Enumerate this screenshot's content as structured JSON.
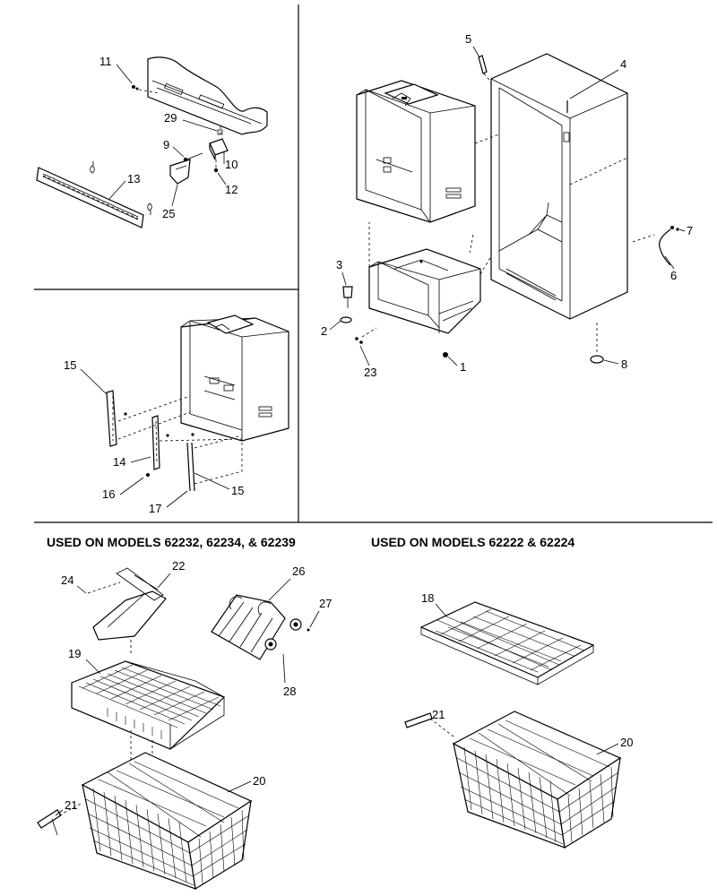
{
  "headers": {
    "left": "USED ON MODELS 62232, 62234, & 62239",
    "right": "USED ON MODELS 62222 & 62224"
  },
  "callouts": {
    "c1": "1",
    "c2": "2",
    "c3": "3",
    "c4": "4",
    "c5": "5",
    "c6": "6",
    "c7": "7",
    "c8": "8",
    "c9": "9",
    "c10": "10",
    "c11": "11",
    "c12": "12",
    "c13": "13",
    "c14": "14",
    "c15a": "15",
    "c15b": "15",
    "c16": "16",
    "c17": "17",
    "c18": "18",
    "c19": "19",
    "c20a": "20",
    "c20b": "20",
    "c21a": "21",
    "c21b": "21",
    "c22": "22",
    "c23": "23",
    "c24": "24",
    "c25": "25",
    "c26": "26",
    "c27": "27",
    "c28": "28",
    "c29": "29"
  }
}
